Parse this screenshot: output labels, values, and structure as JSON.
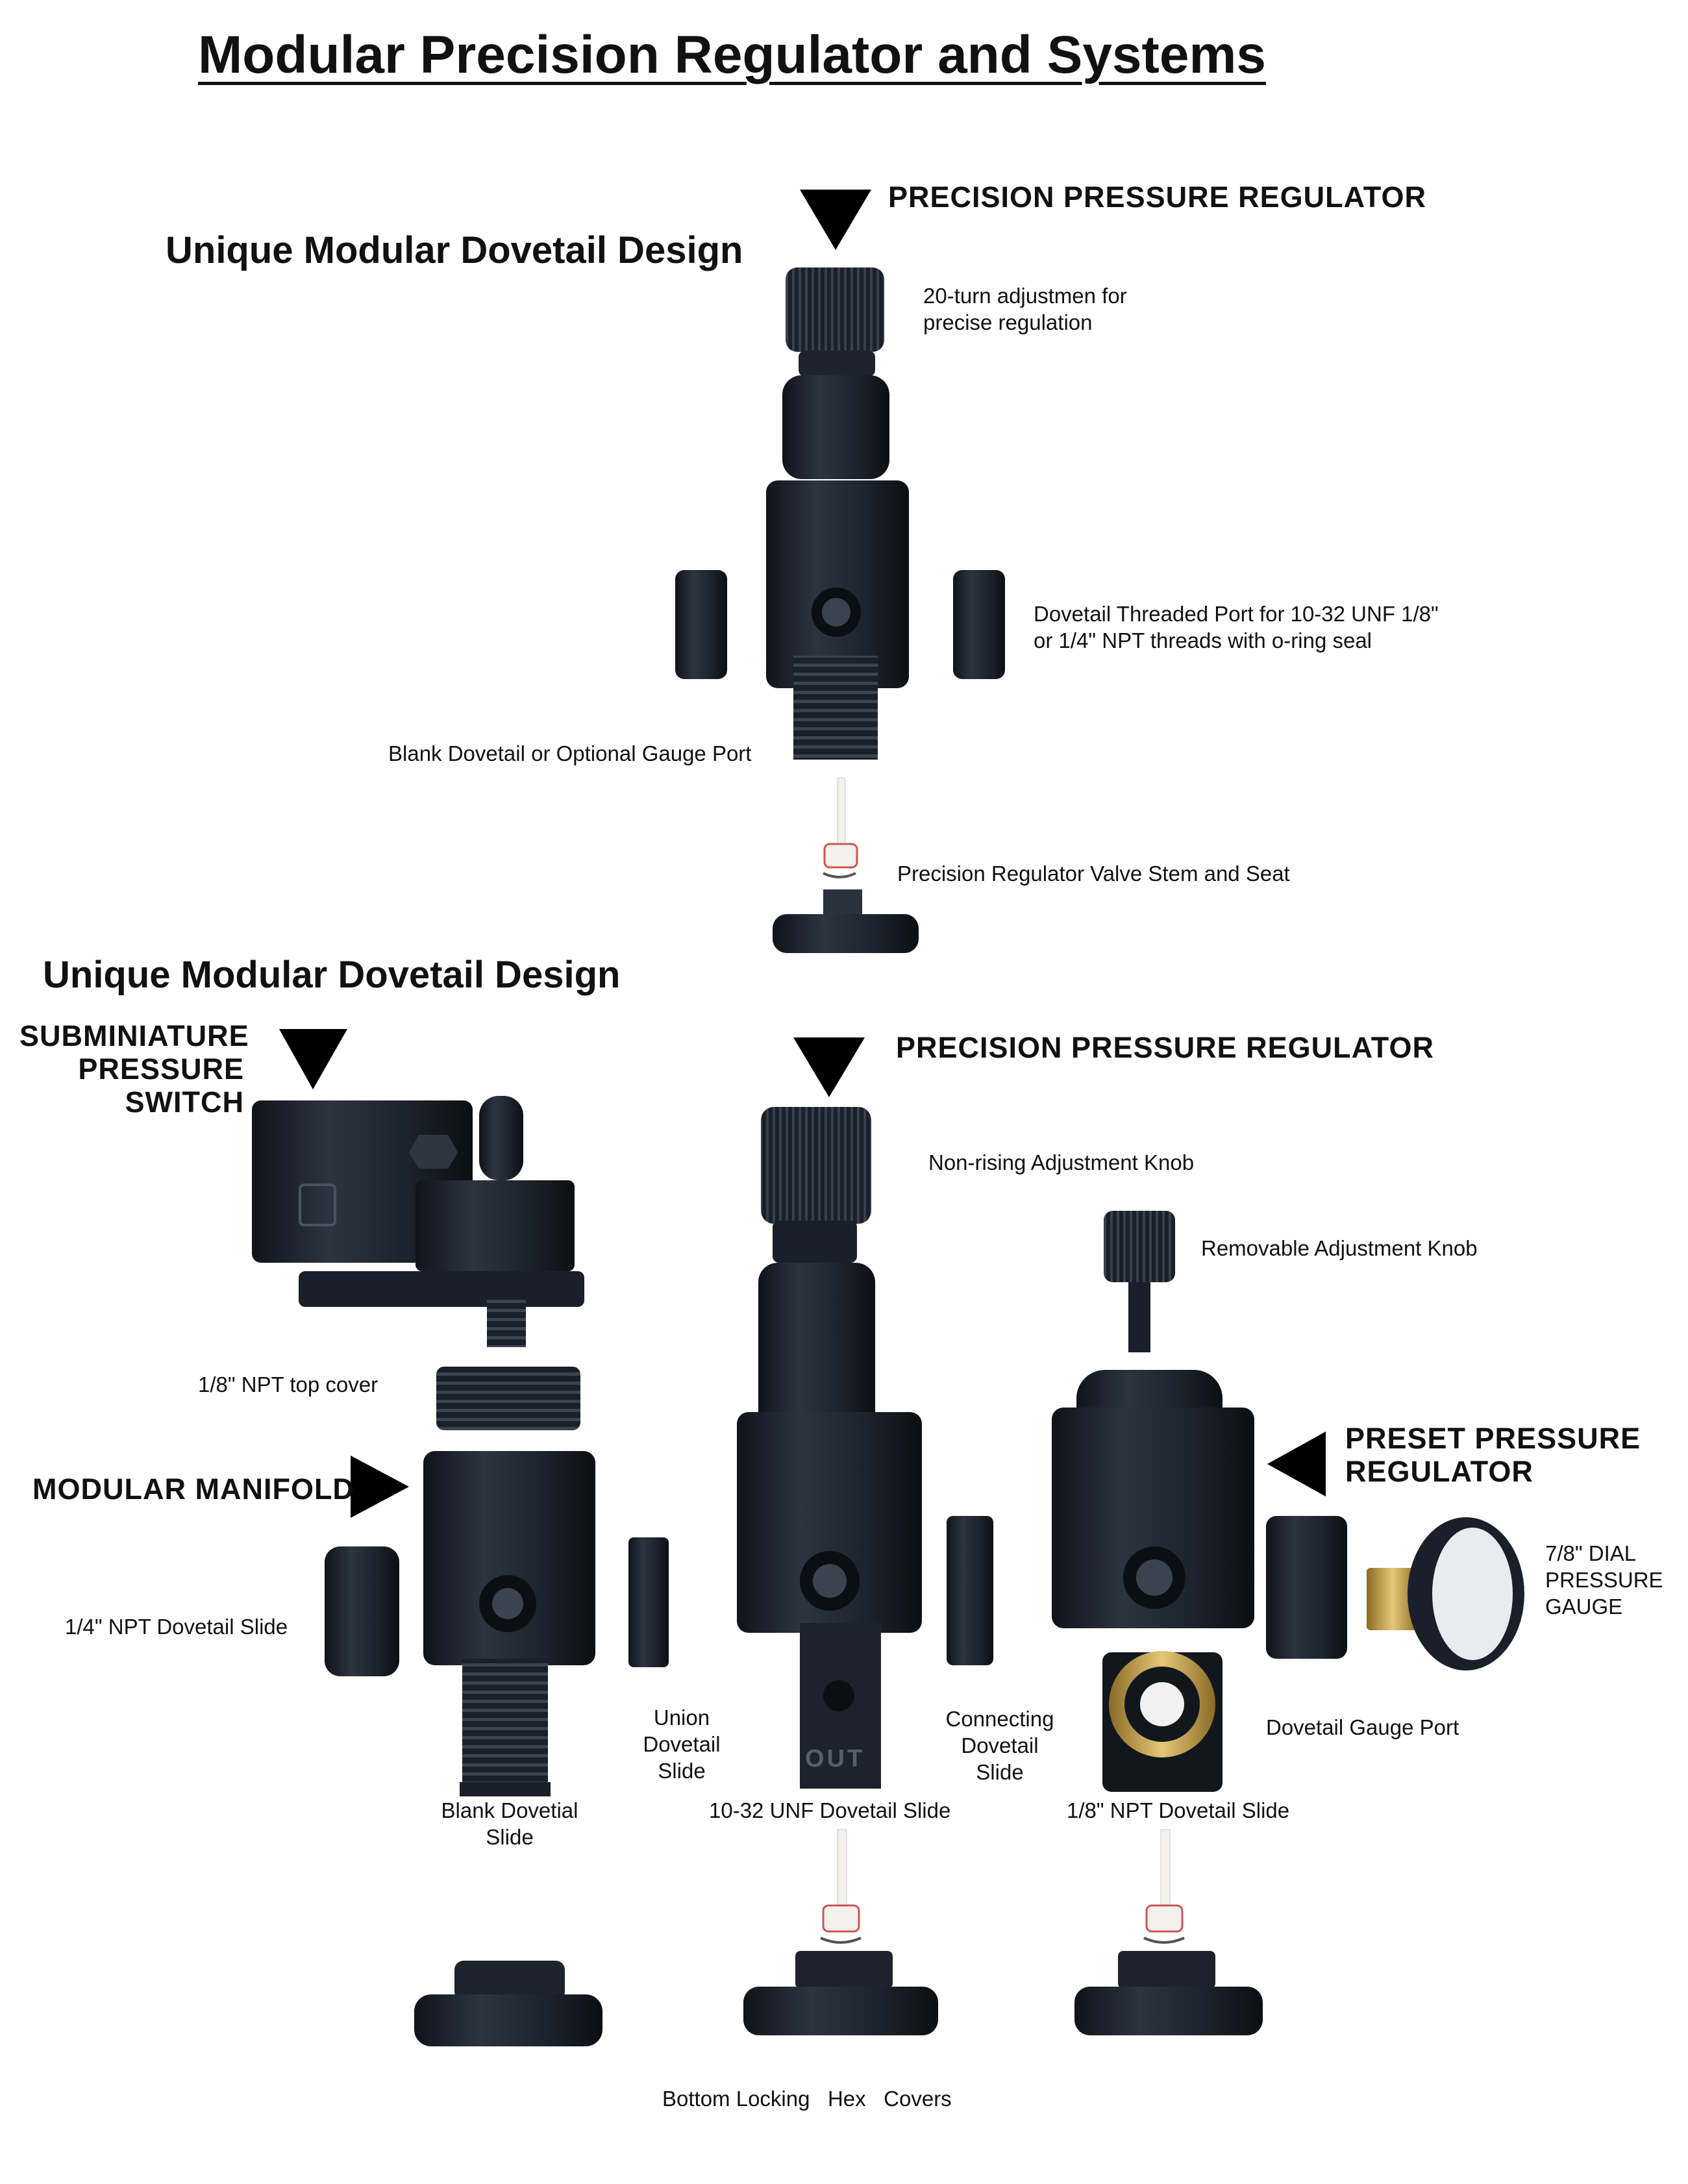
{
  "page": {
    "title": "Modular Precision Regulator and Systems"
  },
  "top_section": {
    "heading": "Unique Modular Dovetail Design",
    "product_label": "PRECISION PRESSURE REGULATOR",
    "callouts": {
      "adjustment_1": "20-turn adjustmen for",
      "adjustment_2": "precise regulation",
      "threaded_port_1": "Dovetail Threaded Port for 10-32 UNF 1/8\"",
      "threaded_port_2": "or 1/4\" NPT threads with o-ring seal",
      "blank_dovetail": "Blank Dovetail or Optional Gauge Port",
      "valve_stem": "Precision Regulator Valve Stem and Seat"
    }
  },
  "bottom_section": {
    "heading": "Unique Modular Dovetail Design",
    "switch_label_1": "SUBMINIATURE",
    "switch_label_2": "PRESSURE",
    "switch_label_3": "SWITCH",
    "regulator_label": "PRECISION PRESSURE REGULATOR",
    "manifold_label": "MODULAR MANIFOLD",
    "preset_label_1": "PRESET PRESSURE",
    "preset_label_2": "REGULATOR",
    "callouts": {
      "non_rising_knob": "Non-rising Adjustment Knob",
      "removable_knob": "Removable Adjustment Knob",
      "top_cover": "1/8\" NPT top cover",
      "npt_quarter_slide": "1/4\" NPT Dovetail Slide",
      "gauge_1": "7/8\" DIAL",
      "gauge_2": "PRESSURE",
      "gauge_3": "GAUGE",
      "union_1": "Union",
      "union_2": "Dovetail",
      "union_3": "Slide",
      "connecting_1": "Connecting",
      "connecting_2": "Dovetail",
      "connecting_3": "Slide",
      "gauge_port": "Dovetail Gauge Port",
      "blank_slide_1": "Blank Dovetial",
      "blank_slide_2": "Slide",
      "unf_slide": "10-32 UNF Dovetail Slide",
      "npt_eighth_slide": "1/8\" NPT Dovetail Slide",
      "hex_covers": "Bottom Locking   Hex   Covers"
    },
    "out_marking": "OUT"
  },
  "colors": {
    "part_body": "#1f2630",
    "part_highlight": "#3a4452",
    "part_dark": "#0c1016",
    "brass": "#c9a24a",
    "stem": "#f3f1ec"
  }
}
